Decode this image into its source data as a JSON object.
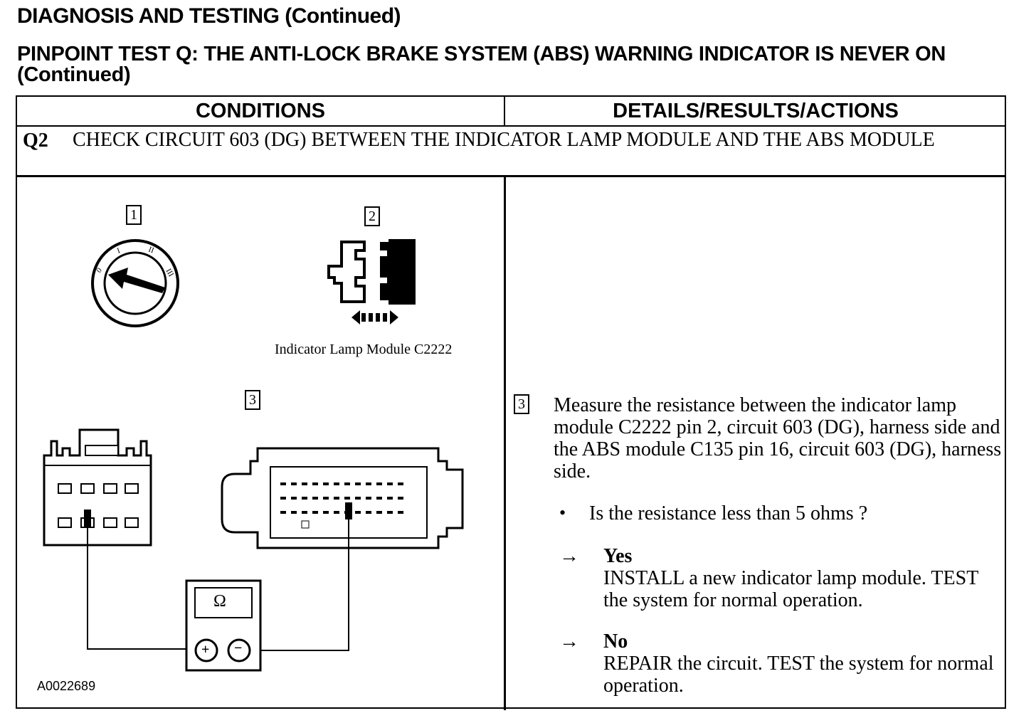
{
  "header": {
    "title": "DIAGNOSIS AND TESTING (Continued)",
    "subtitle": "PINPOINT TEST Q: THE ANTI-LOCK BRAKE SYSTEM (ABS) WARNING INDICATOR IS NEVER ON (Continued)"
  },
  "table": {
    "col_conditions": "CONDITIONS",
    "col_details": "DETAILS/RESULTS/ACTIONS",
    "step_id": "Q2",
    "step_title": "CHECK CIRCUIT 603 (DG) BETWEEN THE INDICATOR LAMP MODULE AND THE ABS MODULE"
  },
  "figure": {
    "callout_1": "1",
    "callout_2": "2",
    "callout_3": "3",
    "connector_caption": "Indicator Lamp Module C2222",
    "meter_symbol": "Ω",
    "plus": "+",
    "minus": "−",
    "figure_id": "A0022689"
  },
  "details": {
    "step_callout": "3",
    "instruction": "Measure the resistance between the indicator lamp module C2222 pin 2, circuit 603 (DG), harness side and the ABS module C135 pin 16, circuit 603 (DG), harness side.",
    "bullet": "•",
    "question": "Is the resistance less than 5 ohms ?",
    "arrow": "→",
    "yes_label": "Yes",
    "yes_text": "INSTALL a new indicator lamp module. TEST the system for normal operation.",
    "no_label": "No",
    "no_text": "REPAIR the circuit. TEST the system for normal operation."
  }
}
